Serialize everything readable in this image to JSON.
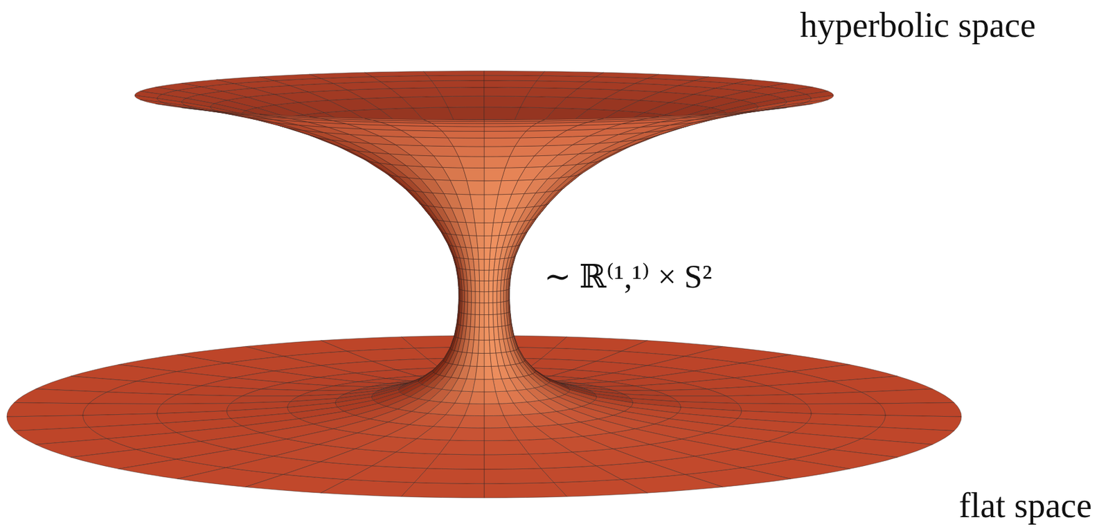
{
  "diagram": {
    "labels": [
      "hyperbolic space",
      "∼ ℝ⁽¹,¹⁾ × S²",
      "flat space"
    ]
  }
}
